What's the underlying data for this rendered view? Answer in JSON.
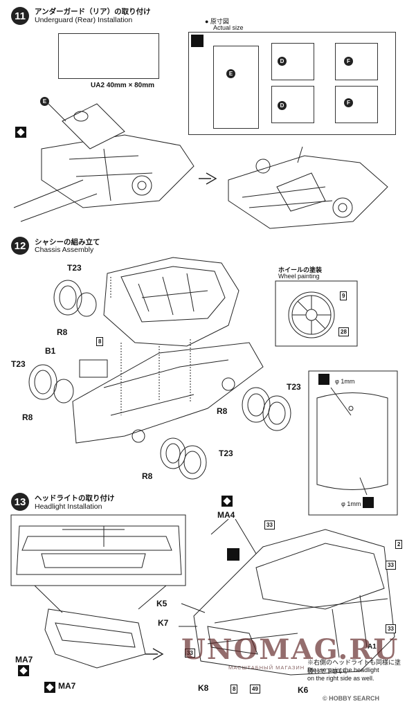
{
  "step11": {
    "number": "11",
    "jp": "アンダーガード（リア）の取り付け",
    "en": "Underguard (Rear) Installation",
    "part": "E",
    "ua2": "UA2 40mm × 80mm",
    "actual_jp": "● 原寸図",
    "actual_en": "Actual size",
    "templates": [
      "E",
      "D",
      "F",
      "D",
      "F"
    ]
  },
  "step12": {
    "number": "12",
    "jp": "シャシーの組み立て",
    "en": "Chassis Assembly",
    "labels": {
      "t23a": "T23",
      "r8a": "R8",
      "b1": "B1",
      "part8": "8",
      "t23b": "T23",
      "r8b": "R8",
      "r8c": "R8",
      "t23c": "T23",
      "r8d": "R8",
      "t23d": "T23"
    },
    "wheel_jp": "ホイールの塗装",
    "wheel_en": "Wheel painting",
    "paint9": "9",
    "paint28": "28",
    "phi_top": "φ 1mm",
    "phi_bottom": "φ 1mm"
  },
  "step13": {
    "number": "13",
    "jp": "ヘッドライトの取り付け",
    "en": "Headlight Installation",
    "ma4": "MA4",
    "ma7a": "MA7",
    "ma7b": "MA7",
    "k5": "K5",
    "k7": "K7",
    "k8": "K8",
    "k6": "K6",
    "n33a": "33",
    "n33b": "33",
    "n33c": "33",
    "n2": "2",
    "n33d": "33",
    "n8": "8",
    "n49": "49",
    "note_jp": "※右側のヘッドライトも同様に塗装して下さい。",
    "note_en1": "Please paint the headlight",
    "note_en2": "on the right side as well.",
    "a1": "A1"
  },
  "watermark": {
    "text": "UNOMAG.RU",
    "sub": "МАСШТАБНЫЙ МАГАЗИН"
  },
  "footer": {
    "credit": "© HOBBY SEARCH"
  }
}
